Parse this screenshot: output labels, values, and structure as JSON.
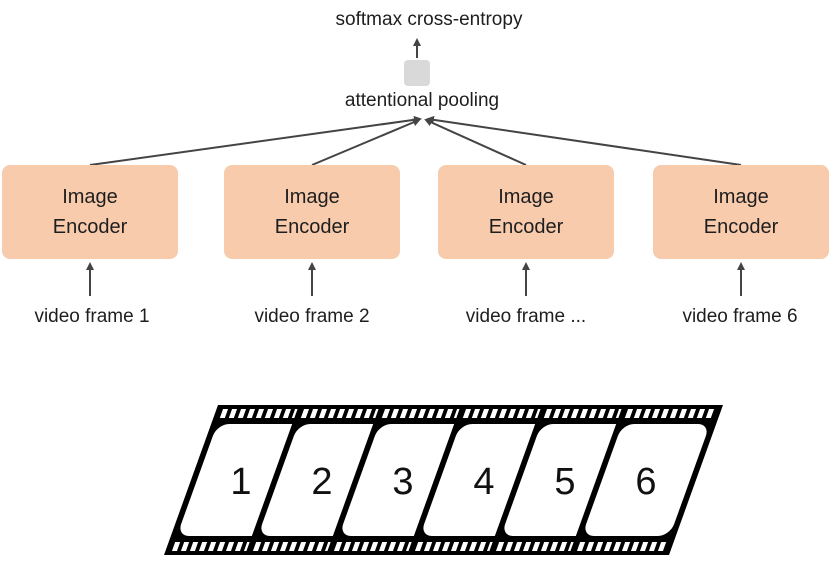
{
  "output_label": "softmax cross-entropy",
  "pooling_label": "attentional pooling",
  "encoders": [
    {
      "label": "Image\nEncoder"
    },
    {
      "label": "Image\nEncoder"
    },
    {
      "label": "Image\nEncoder"
    },
    {
      "label": "Image\nEncoder"
    }
  ],
  "frame_labels": [
    "video frame 1",
    "video frame 2",
    "video frame ...",
    "video frame 6"
  ],
  "film_frames": [
    "1",
    "2",
    "3",
    "4",
    "5",
    "6"
  ],
  "colors": {
    "encoder_fill": "#f8cbad",
    "pool_box": "#d9d9d9",
    "arrow": "#444444"
  }
}
